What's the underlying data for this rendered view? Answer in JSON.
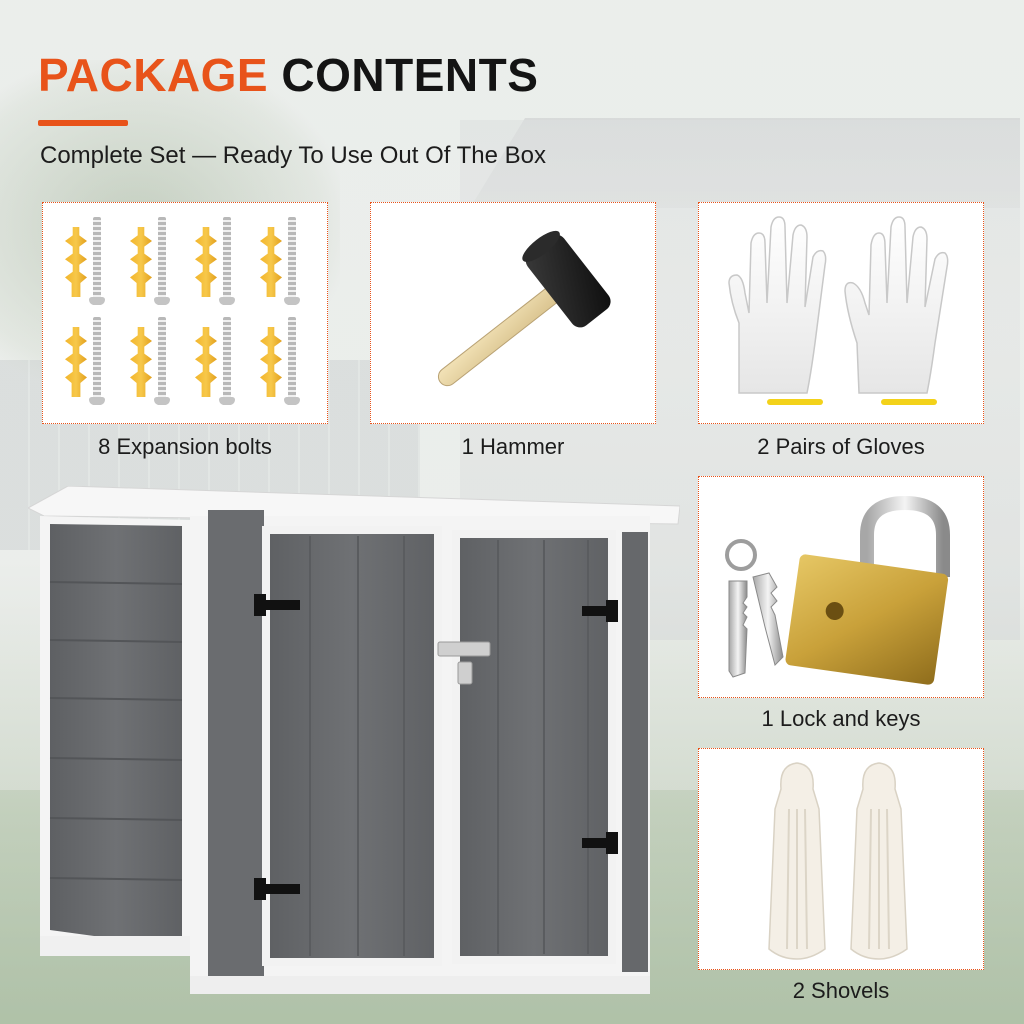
{
  "header": {
    "title_accent": "PACKAGE",
    "title_rest": "CONTENTS",
    "subtitle": "Complete Set — Ready To Use Out Of The Box"
  },
  "items": [
    {
      "label": "8 Expansion bolts",
      "icon": "expansion-bolt-icon"
    },
    {
      "label": "1 Hammer",
      "icon": "hammer-icon"
    },
    {
      "label": "2 Pairs of Gloves",
      "icon": "gloves-icon"
    },
    {
      "label": "1 Lock and keys",
      "icon": "padlock-icon"
    },
    {
      "label": "2 Shovels",
      "icon": "shovel-icon"
    }
  ],
  "colors": {
    "accent": "#e8531a",
    "text": "#141414",
    "shed_panel": "#6b6d70",
    "shed_trim": "#f4f4f4",
    "brass": "#c9a13a"
  }
}
